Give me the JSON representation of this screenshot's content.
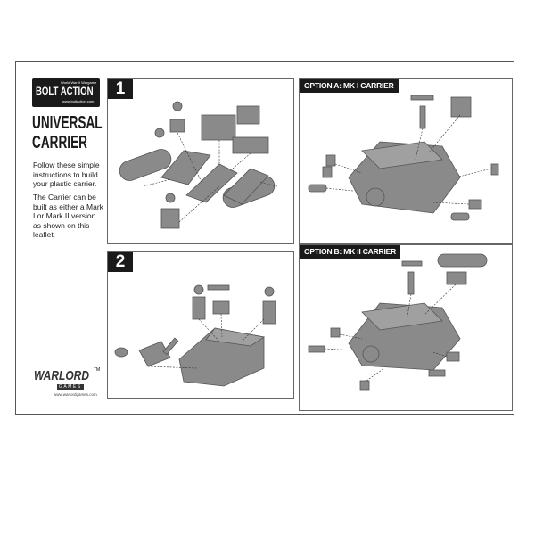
{
  "brand": {
    "logo_tagline": "World War II Wargame",
    "logo_name": "BOLT ACTION",
    "logo_url": "www.boltaction.com"
  },
  "title_line1": "UNIVERSAL",
  "title_line2": "CARRIER",
  "intro": "Follow these simple instructions to build your plastic carrier.",
  "note": "The Carrier can be built as either a Mark I or Mark II version as shown on this leaflet.",
  "publisher": {
    "name": "WARLORD",
    "sub": "GAMES",
    "tm": "TM",
    "url": "www.warlordgames.com"
  },
  "steps": [
    {
      "number": "1"
    },
    {
      "number": "2"
    }
  ],
  "options": [
    {
      "label": "OPTION A: MK I CARRIER"
    },
    {
      "label": "OPTION B: MK II CARRIER"
    }
  ],
  "colors": {
    "plastic": "#8a8a8a",
    "label_bg": "#1a1a1a"
  }
}
